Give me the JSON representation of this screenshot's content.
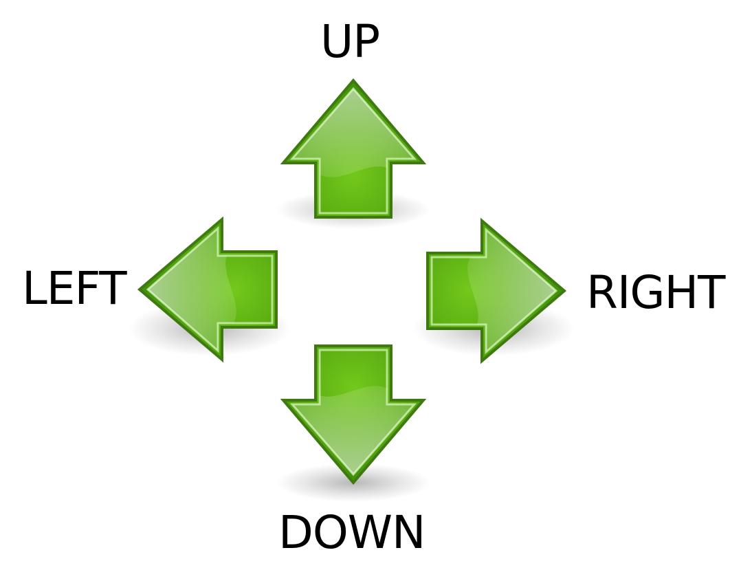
{
  "labels": {
    "up": "UP",
    "left": "LEFT",
    "right": "RIGHT",
    "down": "DOWN"
  },
  "colors": {
    "arrow_outline": "#3f7a10",
    "arrow_fill_light": "#8fcf55",
    "arrow_fill_dark": "#4ea40a",
    "arrow_highlight": "#c7eba3",
    "background": "#ffffff"
  },
  "arrows": [
    {
      "direction": "up",
      "icon": "arrow-up-icon"
    },
    {
      "direction": "left",
      "icon": "arrow-left-icon"
    },
    {
      "direction": "right",
      "icon": "arrow-right-icon"
    },
    {
      "direction": "down",
      "icon": "arrow-down-icon"
    }
  ]
}
